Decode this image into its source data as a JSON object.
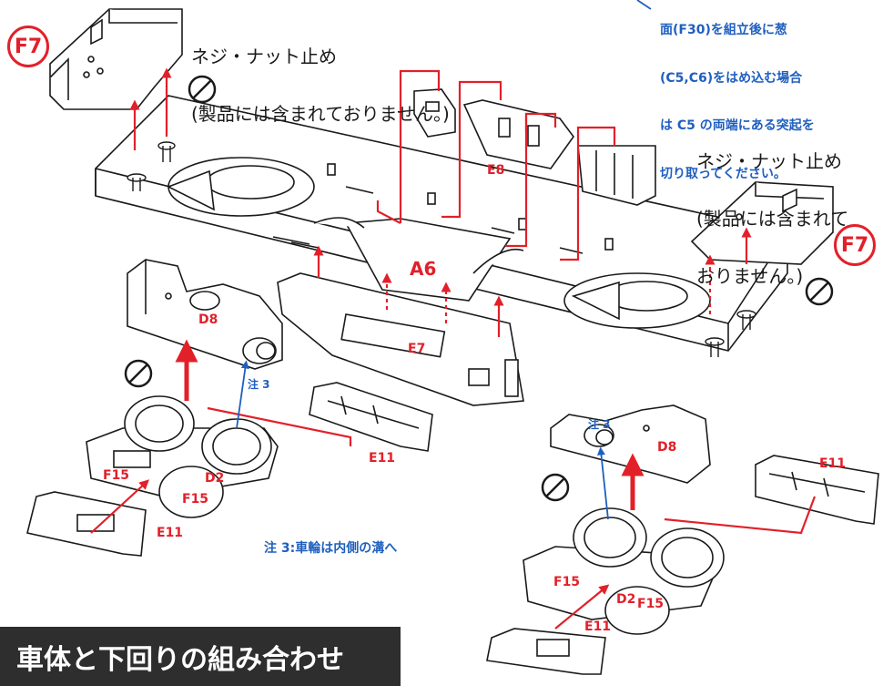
{
  "notes": {
    "screw_nut_left_line1": "ネジ・ナット止め",
    "screw_nut_left_line2": "(製品には含まれておりません。)",
    "screw_nut_right_line1": "ネジ・ナット止め",
    "screw_nut_right_line2": "(製品には含まれて",
    "screw_nut_right_line3": "おりません。)",
    "top_right_line1": "面(F30)を組立後に葱",
    "top_right_line2": "(C5,C6)をはめ込む場合",
    "top_right_line3": "は C5 の両端にある突起を",
    "top_right_line4": "切り取ってください。",
    "wheel_note": "注 3:車輪は内側の溝へ"
  },
  "badges": {
    "f7_left": "F7",
    "f7_right": "F7"
  },
  "parts": {
    "a6": "A6",
    "e8": "E8",
    "e7": "E7",
    "d8_left": "D8",
    "d8_right": "D8",
    "d2_left": "D2",
    "d2_right": "D2",
    "e11_left_mid": "E11",
    "e11_left_low": "E11",
    "e11_right_top": "E11",
    "e11_right_low": "E11",
    "f15_left_a": "F15",
    "f15_left_b": "F15",
    "f15_right_a": "F15",
    "f15_right_b": "F15",
    "note3_left": "注 3",
    "note3_right": "注 3"
  },
  "title": "車体と下回りの組み合わせ",
  "colors": {
    "accent_red": "#e2202a",
    "note_blue": "#1f5fbf",
    "title_bg": "#2e2e2e",
    "line": "#1a1a1a"
  }
}
